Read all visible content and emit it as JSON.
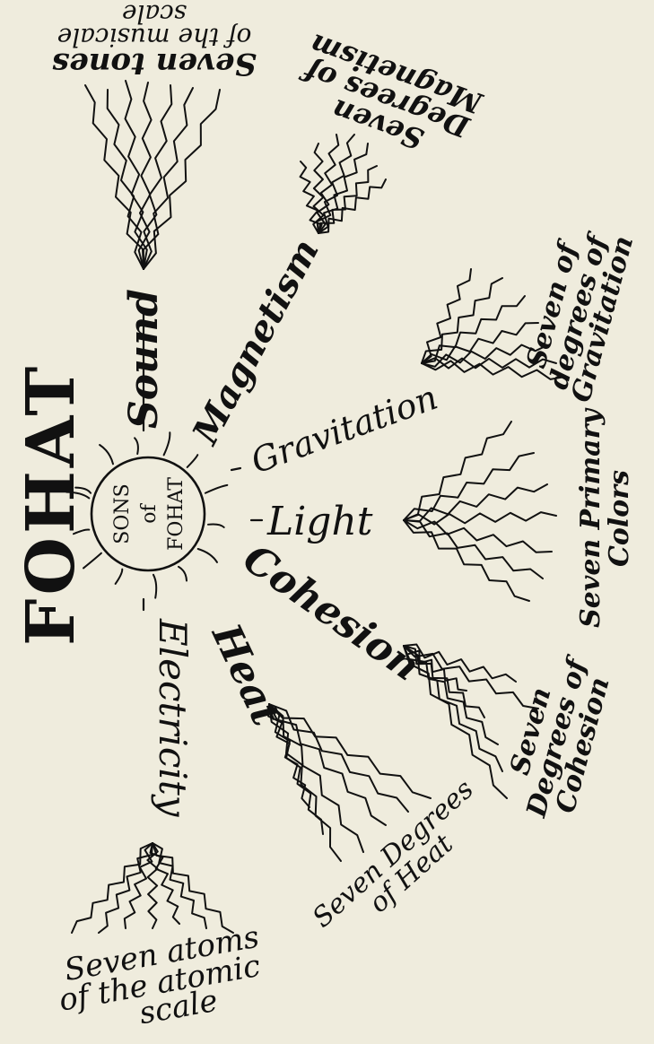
{
  "title": "FOHAT",
  "center": {
    "line1": "SONS",
    "line2": "of",
    "line3": "FOHAT"
  },
  "forces": {
    "sound": "Sound",
    "magnetism": "Magnetism",
    "gravitation": "Gravitation",
    "light": "Light",
    "cohesion": "Cohesion",
    "heat": "Heat",
    "electricity": "Electricity"
  },
  "scales": {
    "sound": [
      "Seven tones",
      "of the musicale",
      "scale"
    ],
    "magnetism": [
      "Seven",
      "Degrees of",
      "Magnetism"
    ],
    "gravitation": [
      "Seven of",
      "degrees of",
      "Gravitation"
    ],
    "light": [
      "Seven Primary",
      "Colors"
    ],
    "cohesion": [
      "Seven",
      "Degrees of",
      "Cohesion"
    ],
    "heat": [
      "Seven Degrees",
      "of Heat"
    ],
    "electricity": [
      "Seven atoms",
      "of the atomic",
      "scale"
    ]
  }
}
